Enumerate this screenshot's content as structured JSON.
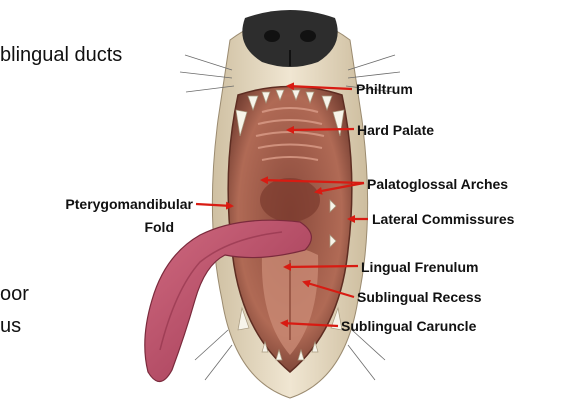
{
  "slide_text": {
    "line1": "blingual ducts",
    "line2": "oor",
    "line3": "us"
  },
  "labels": {
    "philtrum": "Philtrum",
    "hard_palate": "Hard Palate",
    "palatoglossal_arches": "Palatoglossal Arches",
    "lateral_commissures": "Lateral Commissures",
    "lingual_frenulum": "Lingual Frenulum",
    "sublingual_recess": "Sublingual Recess",
    "sublingual_caruncle": "Sublingual Caruncle",
    "pterygo_line1": "Pterygomandibular",
    "pterygo_line2": "Fold"
  },
  "colors": {
    "arrow": "#d81b12",
    "tongue": "#b9475f",
    "fur": "#e8dcc3"
  }
}
